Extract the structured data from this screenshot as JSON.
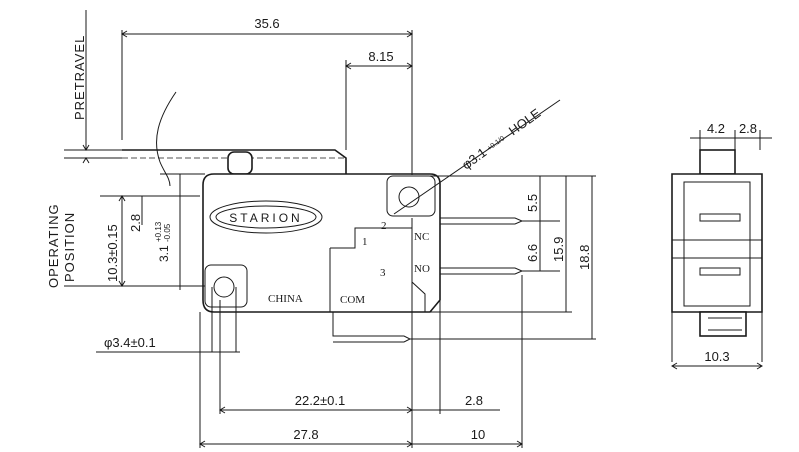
{
  "dimensions": {
    "d_35_6": "35.6",
    "d_8_15": "8.15",
    "d_hole": "φ3.1",
    "d_hole_tol": "+0.1/0",
    "d_hole_label": "HOLE",
    "d_5_5": "5.5",
    "d_6_6": "6.6",
    "d_15_9": "15.9",
    "d_18_8": "18.8",
    "d_2_8_left": "2.8",
    "d_3_1": "3.1",
    "d_3_1_tol_top": "+0.13",
    "d_3_1_tol_bot": "-0.05",
    "d_10_3_tol": "10.3±0.15",
    "d_3_4": "φ3.4±0.1",
    "d_22_2": "22.2±0.1",
    "d_2_8_bottom": "2.8",
    "d_27_8": "27.8",
    "d_10": "10",
    "d_4_2": "4.2",
    "d_2_8_side": "2.8",
    "d_10_3_side": "10.3"
  },
  "labels": {
    "pretravel": "PRETRAVEL",
    "operating": "OPERATING",
    "position": "POSITION",
    "brand": "STARION",
    "china": "CHINA",
    "com": "COM",
    "nc": "NC",
    "no": "NO",
    "pin1": "1",
    "pin2": "2",
    "pin3": "3"
  }
}
